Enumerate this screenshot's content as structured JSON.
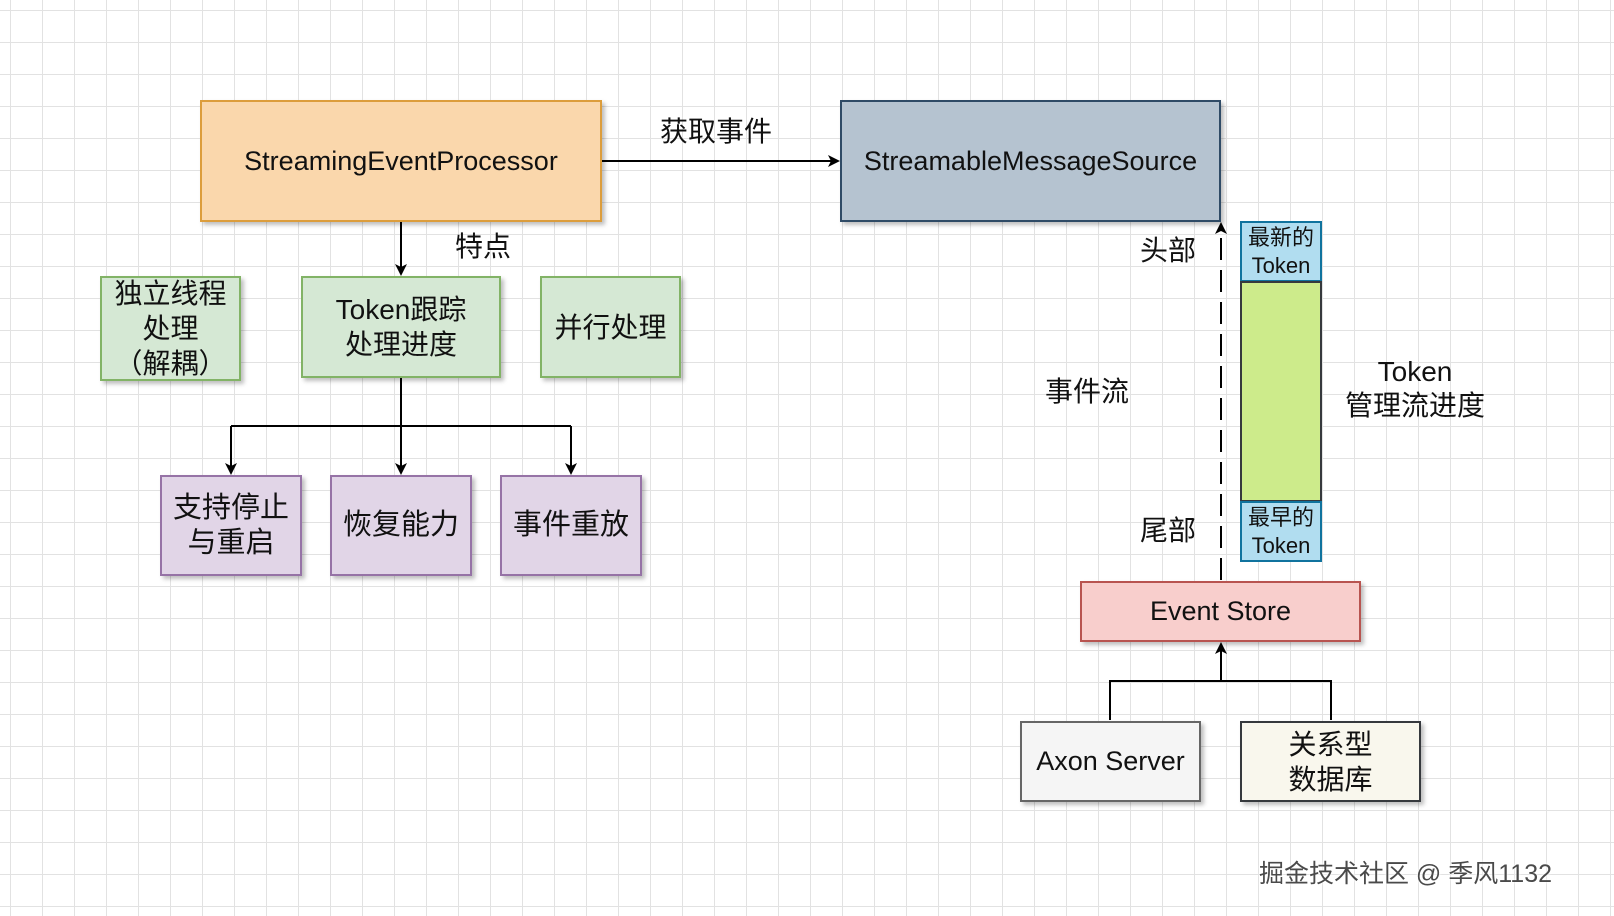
{
  "nodes": {
    "processor": "StreamingEventProcessor",
    "source": "StreamableMessageSource",
    "independent": [
      "独立线程",
      "处理",
      "（解耦）"
    ],
    "token_tracking": [
      "Token跟踪",
      "处理进度"
    ],
    "parallel": "并行处理",
    "stop_restart": [
      "支持停止",
      "与重启"
    ],
    "recovery": "恢复能力",
    "replay": "事件重放",
    "event_store": "Event Store",
    "axon_server": "Axon Server",
    "relational_db": [
      "关系型",
      "数据库"
    ],
    "latest_token": [
      "最新的",
      "Token"
    ],
    "earliest_token": [
      "最早的",
      "Token"
    ]
  },
  "labels": {
    "fetch_events": "获取事件",
    "features": "特点",
    "head": "头部",
    "event_stream": "事件流",
    "tail": "尾部",
    "token_progress": [
      "Token",
      "管理流进度"
    ]
  },
  "watermark": "掘金技术社区 @ 季风1132",
  "colors": {
    "orange_fill": "#fad7ac",
    "slate_fill": "#b5c3d0",
    "green_fill": "#d5e8d4",
    "purple_fill": "#e1d5e7",
    "pink_fill": "#f8cecc",
    "grey_fill": "#f5f5f5",
    "cream_fill": "#f9f7ed",
    "cyan_fill": "#b1ddf0",
    "lime_fill": "#cdeb8b"
  }
}
